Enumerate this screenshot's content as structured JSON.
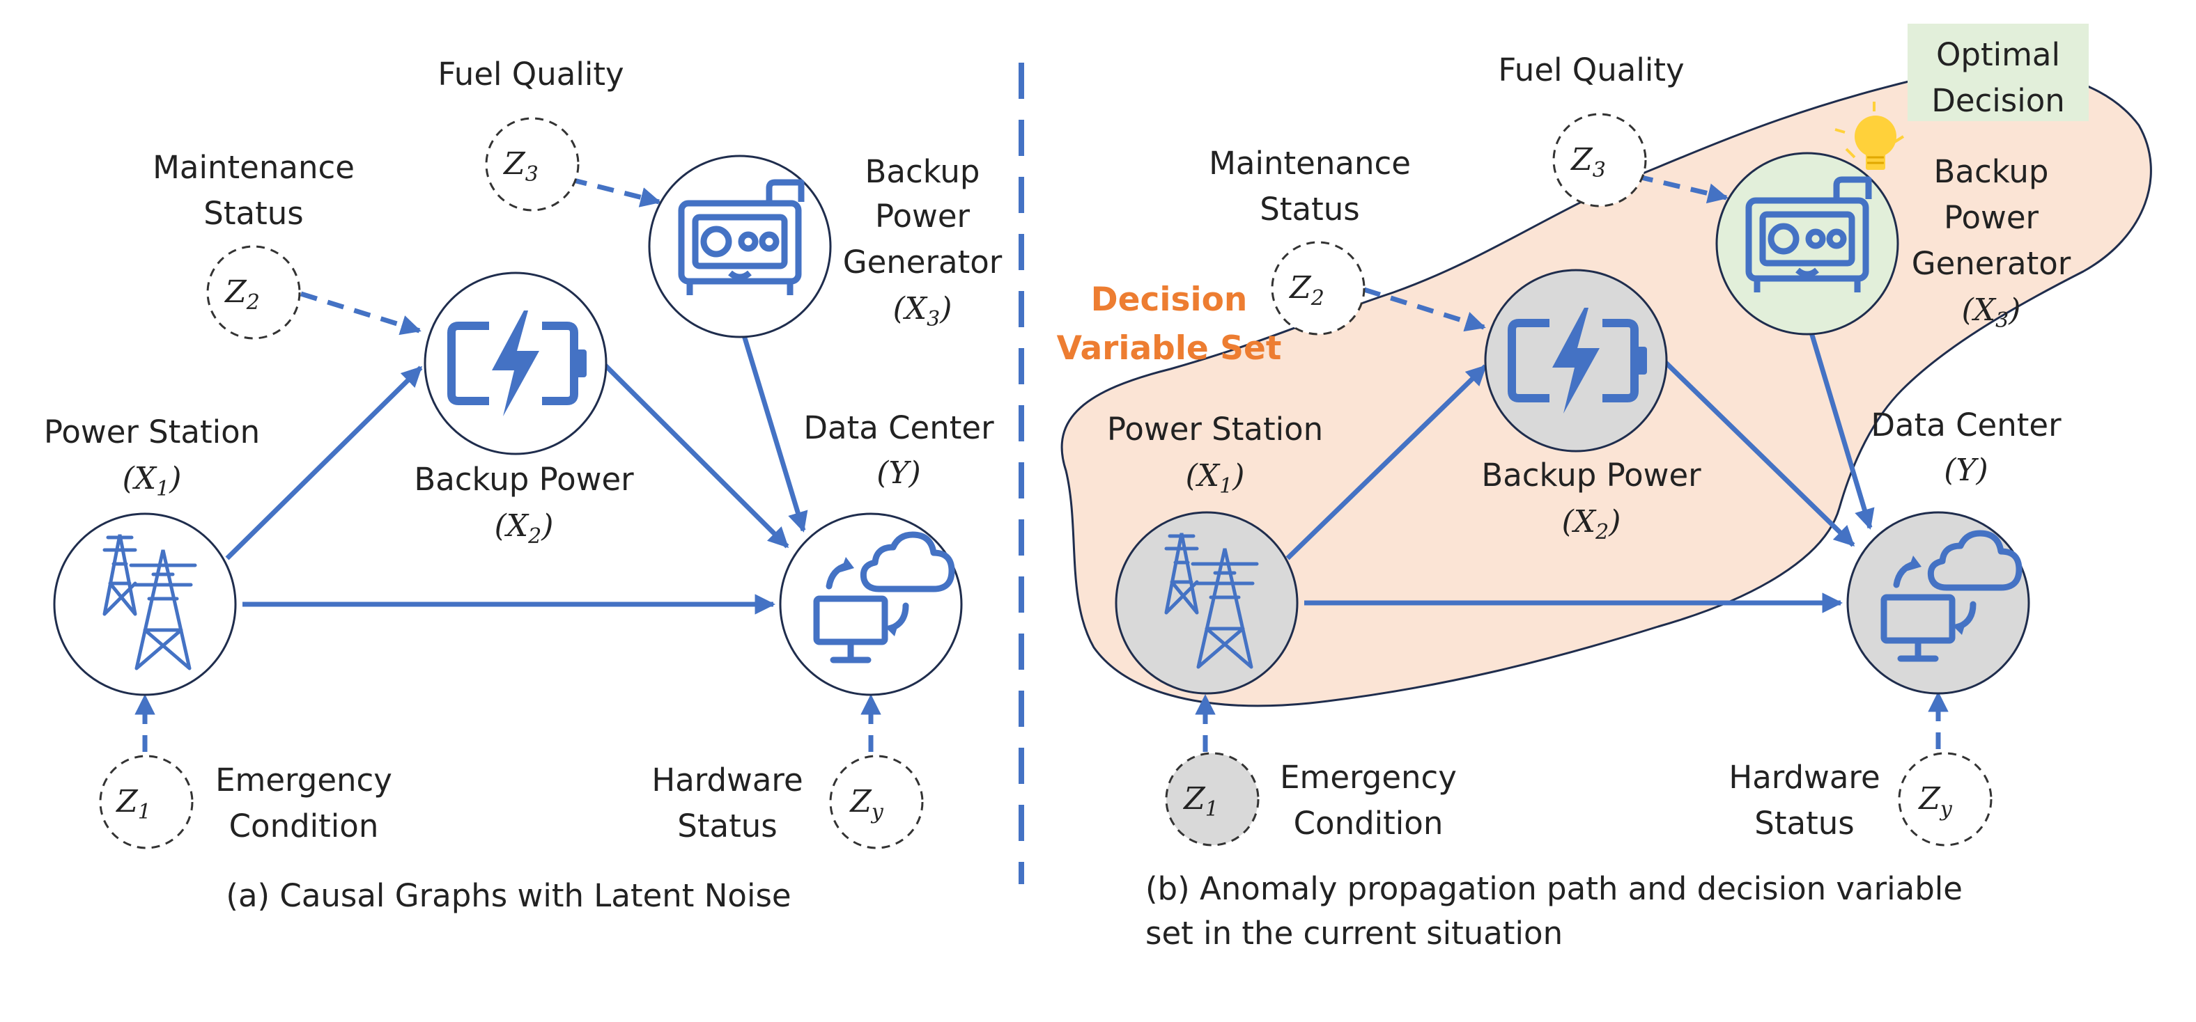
{
  "colors": {
    "edge": "#4472C4",
    "region_fill": "#FBE4D5",
    "decision_orange": "#ED7D31",
    "anomaly_gray": "#D9D9D9",
    "optimal_green": "#E2EFDA",
    "bulb": "#FFD13A"
  },
  "panel_a": {
    "nodes": {
      "x1": {
        "name": "Power Station",
        "sym": "X",
        "sub": "1"
      },
      "x2": {
        "name": "Backup Power",
        "sym": "X",
        "sub": "2"
      },
      "x3": {
        "name1": "Backup",
        "name2": "Power",
        "name3": "Generator",
        "sym": "X",
        "sub": "3"
      },
      "y": {
        "name": "Data Center",
        "sym": "Y"
      }
    },
    "noise": {
      "z1": {
        "sym": "Z",
        "sub": "1",
        "label1": "Emergency",
        "label2": "Condition"
      },
      "z2": {
        "sym": "Z",
        "sub": "2",
        "label1": "Maintenance",
        "label2": "Status"
      },
      "z3": {
        "sym": "Z",
        "sub": "3",
        "label1": "Fuel Quality"
      },
      "zy": {
        "sym": "Z",
        "sub": "y",
        "label1": "Hardware",
        "label2": "Status"
      }
    },
    "caption": "(a) Causal Graphs with Latent Noise"
  },
  "panel_b": {
    "nodes": {
      "x1": {
        "name": "Power Station",
        "sym": "X",
        "sub": "1"
      },
      "x2": {
        "name": "Backup Power",
        "sym": "X",
        "sub": "2"
      },
      "x3": {
        "name1": "Backup",
        "name2": "Power",
        "name3": "Generator",
        "sym": "X",
        "sub": "3"
      },
      "y": {
        "name": "Data Center",
        "sym": "Y"
      }
    },
    "noise": {
      "z1": {
        "sym": "Z",
        "sub": "1",
        "label1": "Emergency",
        "label2": "Condition"
      },
      "z2": {
        "sym": "Z",
        "sub": "2",
        "label1": "Maintenance",
        "label2": "Status"
      },
      "z3": {
        "sym": "Z",
        "sub": "3",
        "label1": "Fuel Quality"
      },
      "zy": {
        "sym": "Z",
        "sub": "y",
        "label1": "Hardware",
        "label2": "Status"
      }
    },
    "decision_label1": "Decision",
    "decision_label2": "Variable Set",
    "optimal_label1": "Optimal",
    "optimal_label2": "Decision",
    "caption1": "(b) Anomaly propagation path and decision variable",
    "caption2": "set in the current situation"
  }
}
